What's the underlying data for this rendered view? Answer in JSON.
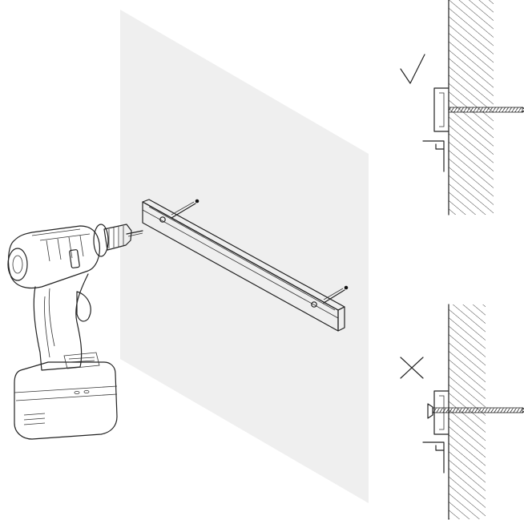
{
  "figure": {
    "panel_color": "#efefef",
    "line_color": "#222222",
    "icons": {
      "drill": "cordless-drill",
      "rail": "mounting-rail",
      "correct": "check-mark",
      "incorrect": "cross-mark"
    }
  }
}
